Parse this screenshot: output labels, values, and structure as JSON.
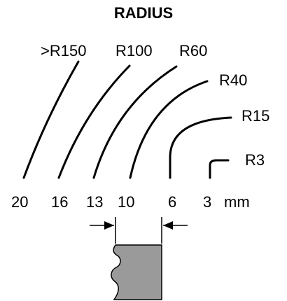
{
  "title": "RADIUS",
  "radius_labels": [
    ">R150",
    "R100",
    "R60",
    "R40",
    "R15",
    "R3"
  ],
  "width_labels": [
    "20",
    "16",
    "13",
    "10",
    "6",
    "3"
  ],
  "unit": "mm"
}
